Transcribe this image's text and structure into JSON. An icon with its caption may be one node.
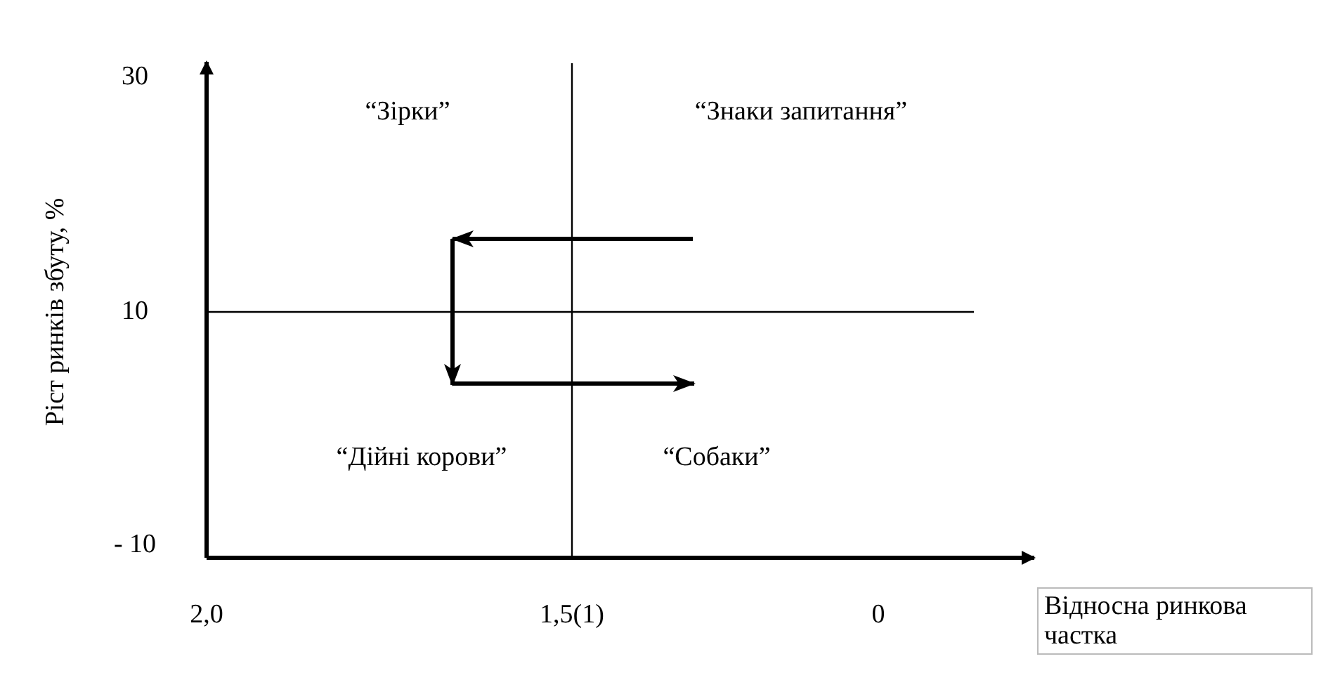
{
  "diagram": {
    "nodes": [
      {
        "text": [
          "Відносна ринкова частка"
        ]
      }
    ],
    "edges": [],
    "labels": [
      "30",
      "“Зірки”",
      "“Знаки запитання”",
      "10",
      "“Дійні корови”",
      "“Собаки”",
      "- 10",
      "Ріст ринків збуту, %",
      "2,0",
      "1,5(1)",
      "0"
    ]
  }
}
